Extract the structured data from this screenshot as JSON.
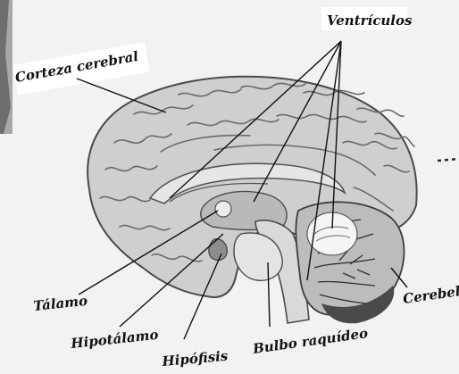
{
  "labels": {
    "ventriculos": "Ventrículos",
    "corteza": "Corteza cerebral",
    "talamo": "Tálamo",
    "hipotalamo": "Hipotálamo",
    "hipofisis": "Hipófisis",
    "bulbo": "Bulbo raquídeo",
    "cerebelo": "Cerebelo"
  }
}
